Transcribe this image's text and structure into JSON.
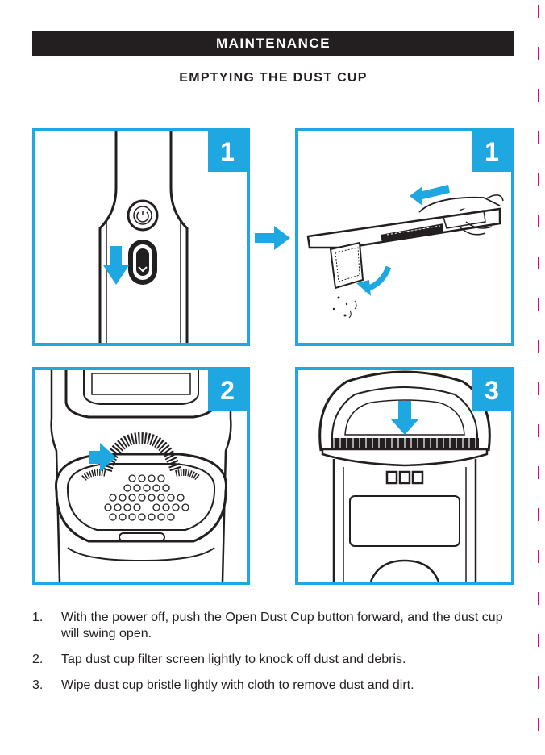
{
  "header": {
    "title": "MAINTENANCE"
  },
  "section": {
    "subtitle": "EMPTYING THE DUST CUP"
  },
  "panels": [
    {
      "badge": "1"
    },
    {
      "badge": "1"
    },
    {
      "badge": "2"
    },
    {
      "badge": "3"
    }
  ],
  "instructions": [
    {
      "num": "1.",
      "text": "With the power off, push the Open Dust Cup button forward, and the dust cup will swing open."
    },
    {
      "num": "2.",
      "text": "Tap dust cup filter screen lightly to knock off dust and debris."
    },
    {
      "num": "3.",
      "text": "Wipe dust cup bristle lightly with cloth to remove dust and dirt."
    }
  ],
  "colors": {
    "accent": "#1ea7e0",
    "header_bg": "#231f20",
    "edge_mark": "#e5007d"
  }
}
